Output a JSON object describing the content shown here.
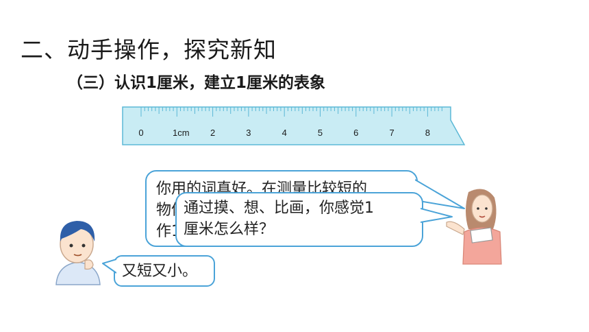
{
  "slide": {
    "heading": "二、动手操作，探究新知",
    "subheading": "（三）认识1厘米，建立1厘米的表象"
  },
  "ruler": {
    "labels": [
      "0",
      "1cm",
      "2",
      "3",
      "4",
      "5",
      "6",
      "7",
      "8"
    ],
    "colors": {
      "fill": "#c9ecf4",
      "stroke": "#5bb8d6",
      "text": "#1a1a1a"
    }
  },
  "teacher_bubble_back": {
    "line1": "你用的词真好。在测量比较短的",
    "line2": "物体",
    "line3": "作1"
  },
  "teacher_bubble_front": {
    "line1": "通过摸、想、比画，你感觉1",
    "line2": "厘米怎么样？"
  },
  "student_bubble": {
    "text": "又短又小。"
  },
  "colors": {
    "bubble_border": "#4aa3d8",
    "teacher_shirt": "#f3a69b",
    "teacher_hair": "#b98a6e",
    "student_hair": "#2f5fa8",
    "student_shirt": "#dce8f7"
  }
}
